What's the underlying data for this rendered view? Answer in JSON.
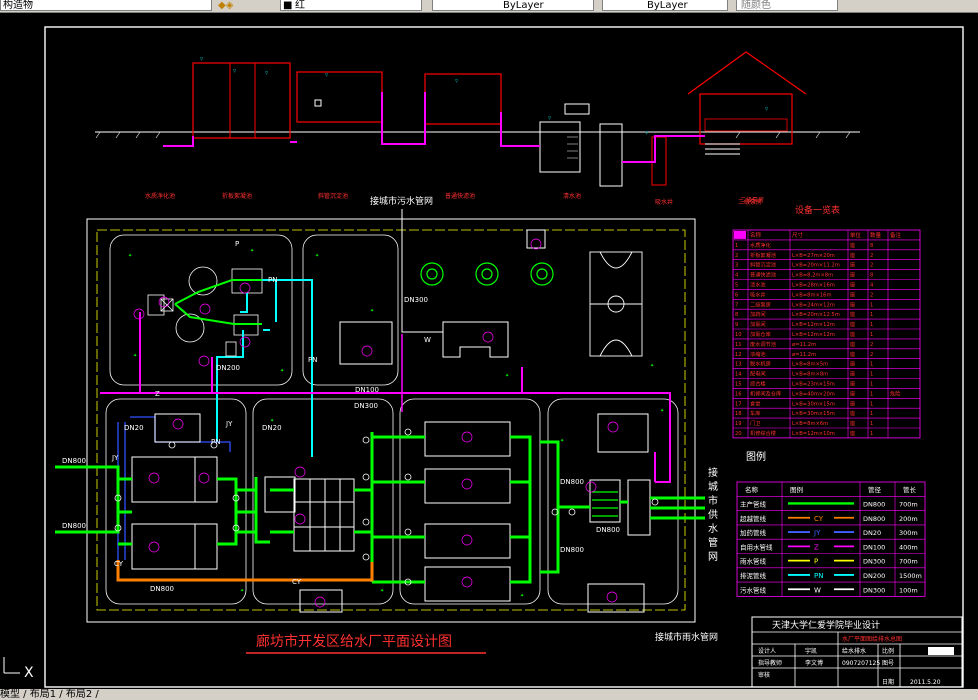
{
  "toolbar": {
    "layer_name": "构造物",
    "color_label": "红",
    "linetype": "ByLayer",
    "lineweight": "ByLayer",
    "plotstyle": "随颜色"
  },
  "section": {
    "units": [
      "水质净化池",
      "折板絮凝池",
      "斜管沉淀池",
      "普通快滤池",
      "清水池",
      "吸水井",
      "二级泵房"
    ]
  },
  "plan": {
    "top_label": "接城市污水管网",
    "bottom_label": "接城市雨水管网",
    "right_label_chars": [
      "接",
      "城",
      "市",
      "供",
      "水",
      "管",
      "网"
    ],
    "title": "廊坊市开发区给水厂平面设计图",
    "pipe_labels": {
      "dn800_left_top": "DN800",
      "dn800_left_bottom": "DN800",
      "dn800_bottom": "DN800",
      "dn300_sewer": "DN300",
      "dn300_mid": "DN300",
      "dn100": "DN100",
      "dn200": "DN200",
      "dn20": "DN20",
      "dn20_b": "DN20",
      "dn800_r1": "DN800",
      "dn800_r2": "DN800",
      "dn800_r3": "DN800",
      "jy": "JY",
      "jy2": "JY",
      "cy": "CY",
      "cy2": "CY",
      "pn": "PN",
      "pn2": "PN",
      "pn3": "PN",
      "z": "Z",
      "w": "W",
      "p": "P"
    }
  },
  "equipment_table": {
    "title": "设备一览表",
    "columns": [
      "编号",
      "名称",
      "尺寸",
      "单位",
      "数量",
      "备注"
    ],
    "rows": [
      [
        "1",
        "水质净化",
        "",
        "座",
        "8",
        ""
      ],
      [
        "2",
        "折板絮凝池",
        "L×B=27m×20m",
        "座",
        "2",
        ""
      ],
      [
        "3",
        "斜管沉淀池",
        "L×B=20m×11.2m",
        "座",
        "2",
        ""
      ],
      [
        "4",
        "普通快滤池",
        "L×B=8.2m×8m",
        "座",
        "8",
        ""
      ],
      [
        "5",
        "清水池",
        "L×B=28m×16m",
        "座",
        "4",
        ""
      ],
      [
        "6",
        "吸水井",
        "L×B=8m×16m",
        "座",
        "2",
        ""
      ],
      [
        "7",
        "二级泵房",
        "L×B=24m×12m",
        "座",
        "1",
        ""
      ],
      [
        "8",
        "加药间",
        "L×B=20m×12.5m",
        "座",
        "1",
        ""
      ],
      [
        "9",
        "加氯间",
        "L×B=12m×12m",
        "座",
        "1",
        ""
      ],
      [
        "10",
        "加氯仓库",
        "L×B=12m×12m",
        "座",
        "1",
        ""
      ],
      [
        "11",
        "废水调节池",
        "ø=11.2m",
        "座",
        "2",
        ""
      ],
      [
        "12",
        "浓缩池",
        "ø=11.2m",
        "座",
        "2",
        ""
      ],
      [
        "13",
        "脱水机房",
        "L×B=8m×5m",
        "座",
        "1",
        ""
      ],
      [
        "14",
        "配电间",
        "L×B=8m×8m",
        "座",
        "1",
        ""
      ],
      [
        "15",
        "综合楼",
        "L×B=23m×15m",
        "座",
        "1",
        ""
      ],
      [
        "16",
        "机修间及仓库",
        "L×B=40m×20m",
        "座",
        "1",
        "危险"
      ],
      [
        "17",
        "食堂",
        "L×B=30m×15m",
        "座",
        "1",
        ""
      ],
      [
        "18",
        "车库",
        "L×B=30m×15m",
        "座",
        "1",
        ""
      ],
      [
        "19",
        "门卫",
        "L×B=8m×6m",
        "座",
        "1",
        ""
      ],
      [
        "20",
        "机修综合楼",
        "L×B=12m×10m",
        "座",
        "1",
        ""
      ]
    ]
  },
  "legend": {
    "title": "图例",
    "columns": [
      "名称",
      "图例",
      "管径",
      "管长"
    ],
    "rows": [
      {
        "name": "主产管线",
        "symbol": "",
        "dn": "DN800",
        "len": "700m",
        "color": "#00ff00"
      },
      {
        "name": "超越管线",
        "symbol": "CY",
        "dn": "DN800",
        "len": "200m",
        "color": "#ff8000"
      },
      {
        "name": "加药管线",
        "symbol": "JY",
        "dn": "DN20",
        "len": "300m",
        "color": "#4060ff"
      },
      {
        "name": "自用水管线",
        "symbol": "Z",
        "dn": "DN100",
        "len": "400m",
        "color": "#ff00ff"
      },
      {
        "name": "雨水管线",
        "symbol": "P",
        "dn": "DN300",
        "len": "700m",
        "color": "#ffff00"
      },
      {
        "name": "排泥管线",
        "symbol": "PN",
        "dn": "DN200",
        "len": "1500m",
        "color": "#00ffff"
      },
      {
        "name": "污水管线",
        "symbol": "W",
        "dn": "DN300",
        "len": "100m",
        "color": "#ffffff"
      }
    ]
  },
  "title_block": {
    "school": "天津大学仁爱学院毕业设计",
    "drawing": "水厂平面图给排水总图",
    "labels": [
      "设计人",
      "指导教师",
      "审核"
    ],
    "designer": "宇凯",
    "adviser": "李文博",
    "major": "给水排水",
    "student_no": "0907207125",
    "scale": "比例",
    "sheet": "图号",
    "date_label": "日期",
    "date": "2011.5.20"
  },
  "status": {
    "text": "模型 / 布局1 / 布局2 /"
  },
  "colors": {
    "main": "#00ff00",
    "overflow": "#ff8000",
    "dosing": "#4060ff",
    "selfuse": "#ff00ff",
    "rain": "#ffff00",
    "sludge": "#00ffff",
    "sewer": "#ffffff",
    "struct": "#ff0000",
    "border": "#ffffff",
    "text": "#ff3030",
    "table": "#ff00ff",
    "tree": "#00ff00"
  }
}
